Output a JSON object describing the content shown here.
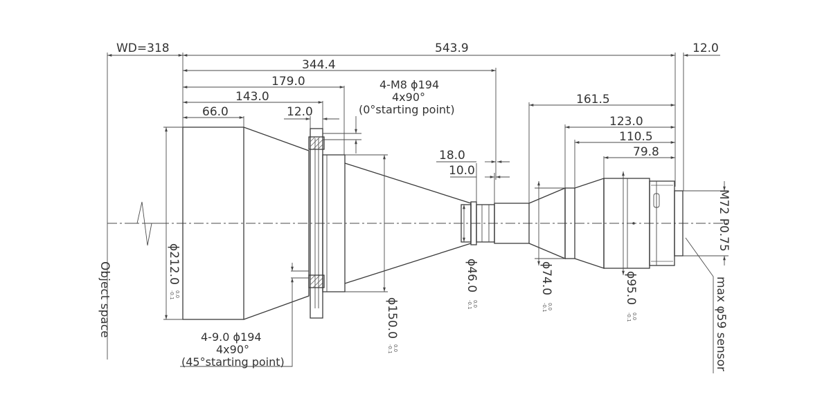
{
  "dimensions": {
    "wd": "WD=318",
    "total": "543.9",
    "rear": "12.0",
    "d344": "344.4",
    "d179": "179.0",
    "d143": "143.0",
    "d66": "66.0",
    "d12": "12.0",
    "d18": "18.0",
    "d10": "10.0",
    "d161": "161.5",
    "d123": "123.0",
    "d110": "110.5",
    "d79": "79.8"
  },
  "holes_top": {
    "line1": "4-M8 ϕ194",
    "line2": "4x90°",
    "line3": "(0°starting point)"
  },
  "holes_bottom": {
    "line1": "4-9.0 ϕ194",
    "line2": "4x90°",
    "line3": "(45°starting point)"
  },
  "diameters": {
    "d212": "ϕ212.0",
    "d150": "ϕ150.0",
    "d46": "ϕ46.0",
    "d74": "ϕ74.0",
    "d95": "ϕ95.0",
    "tol_upper": "0.0",
    "tol_lower": "-0.1"
  },
  "thread": "M72 P0.75",
  "object_space": "Object space",
  "sensor": "max φ59 sensor"
}
